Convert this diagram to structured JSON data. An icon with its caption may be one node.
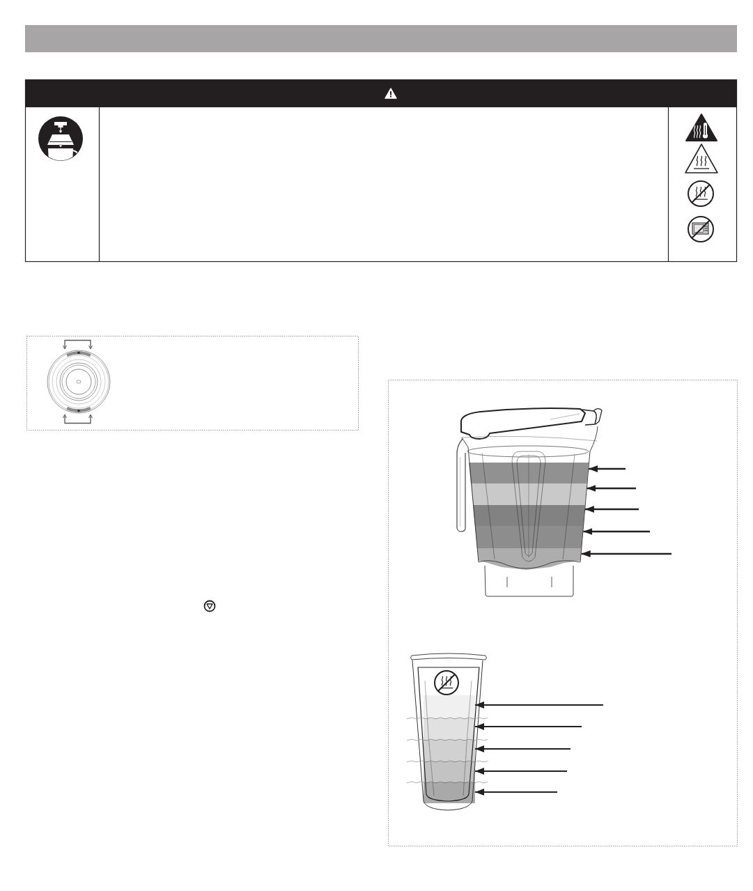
{
  "diagram": {
    "nodes": [
      {
        "text": [],
        "shape": "bar"
      },
      {
        "text": [],
        "shape": "bar"
      },
      {
        "text": [],
        "shape": "bar"
      },
      {
        "text": [],
        "shape": "bar"
      },
      {
        "text": [],
        "shape": "bar"
      },
      {
        "text": [],
        "shape": "bar"
      },
      {
        "text": [],
        "shape": "bar"
      },
      {
        "text": [],
        "shape": "bar"
      },
      {
        "text": [],
        "shape": "bar"
      },
      {
        "text": [],
        "shape": "bar"
      },
      {
        "text": [],
        "shape": "bar"
      }
    ],
    "edges": [
      {
        "from": null,
        "to": 1,
        "arrow": "to"
      },
      {
        "from": null,
        "to": 2,
        "arrow": "to"
      },
      {
        "from": null,
        "to": 3,
        "arrow": "to"
      },
      {
        "from": null,
        "to": 4,
        "arrow": "to"
      },
      {
        "from": null,
        "to": 5,
        "arrow": "to"
      },
      {
        "from": null,
        "to": 6,
        "arrow": "to"
      },
      {
        "from": null,
        "to": 7,
        "arrow": "to"
      },
      {
        "from": null,
        "to": 8,
        "arrow": "to"
      },
      {
        "from": null,
        "to": 9,
        "arrow": "to"
      },
      {
        "from": null,
        "to": 10,
        "arrow": "to"
      }
    ]
  }
}
